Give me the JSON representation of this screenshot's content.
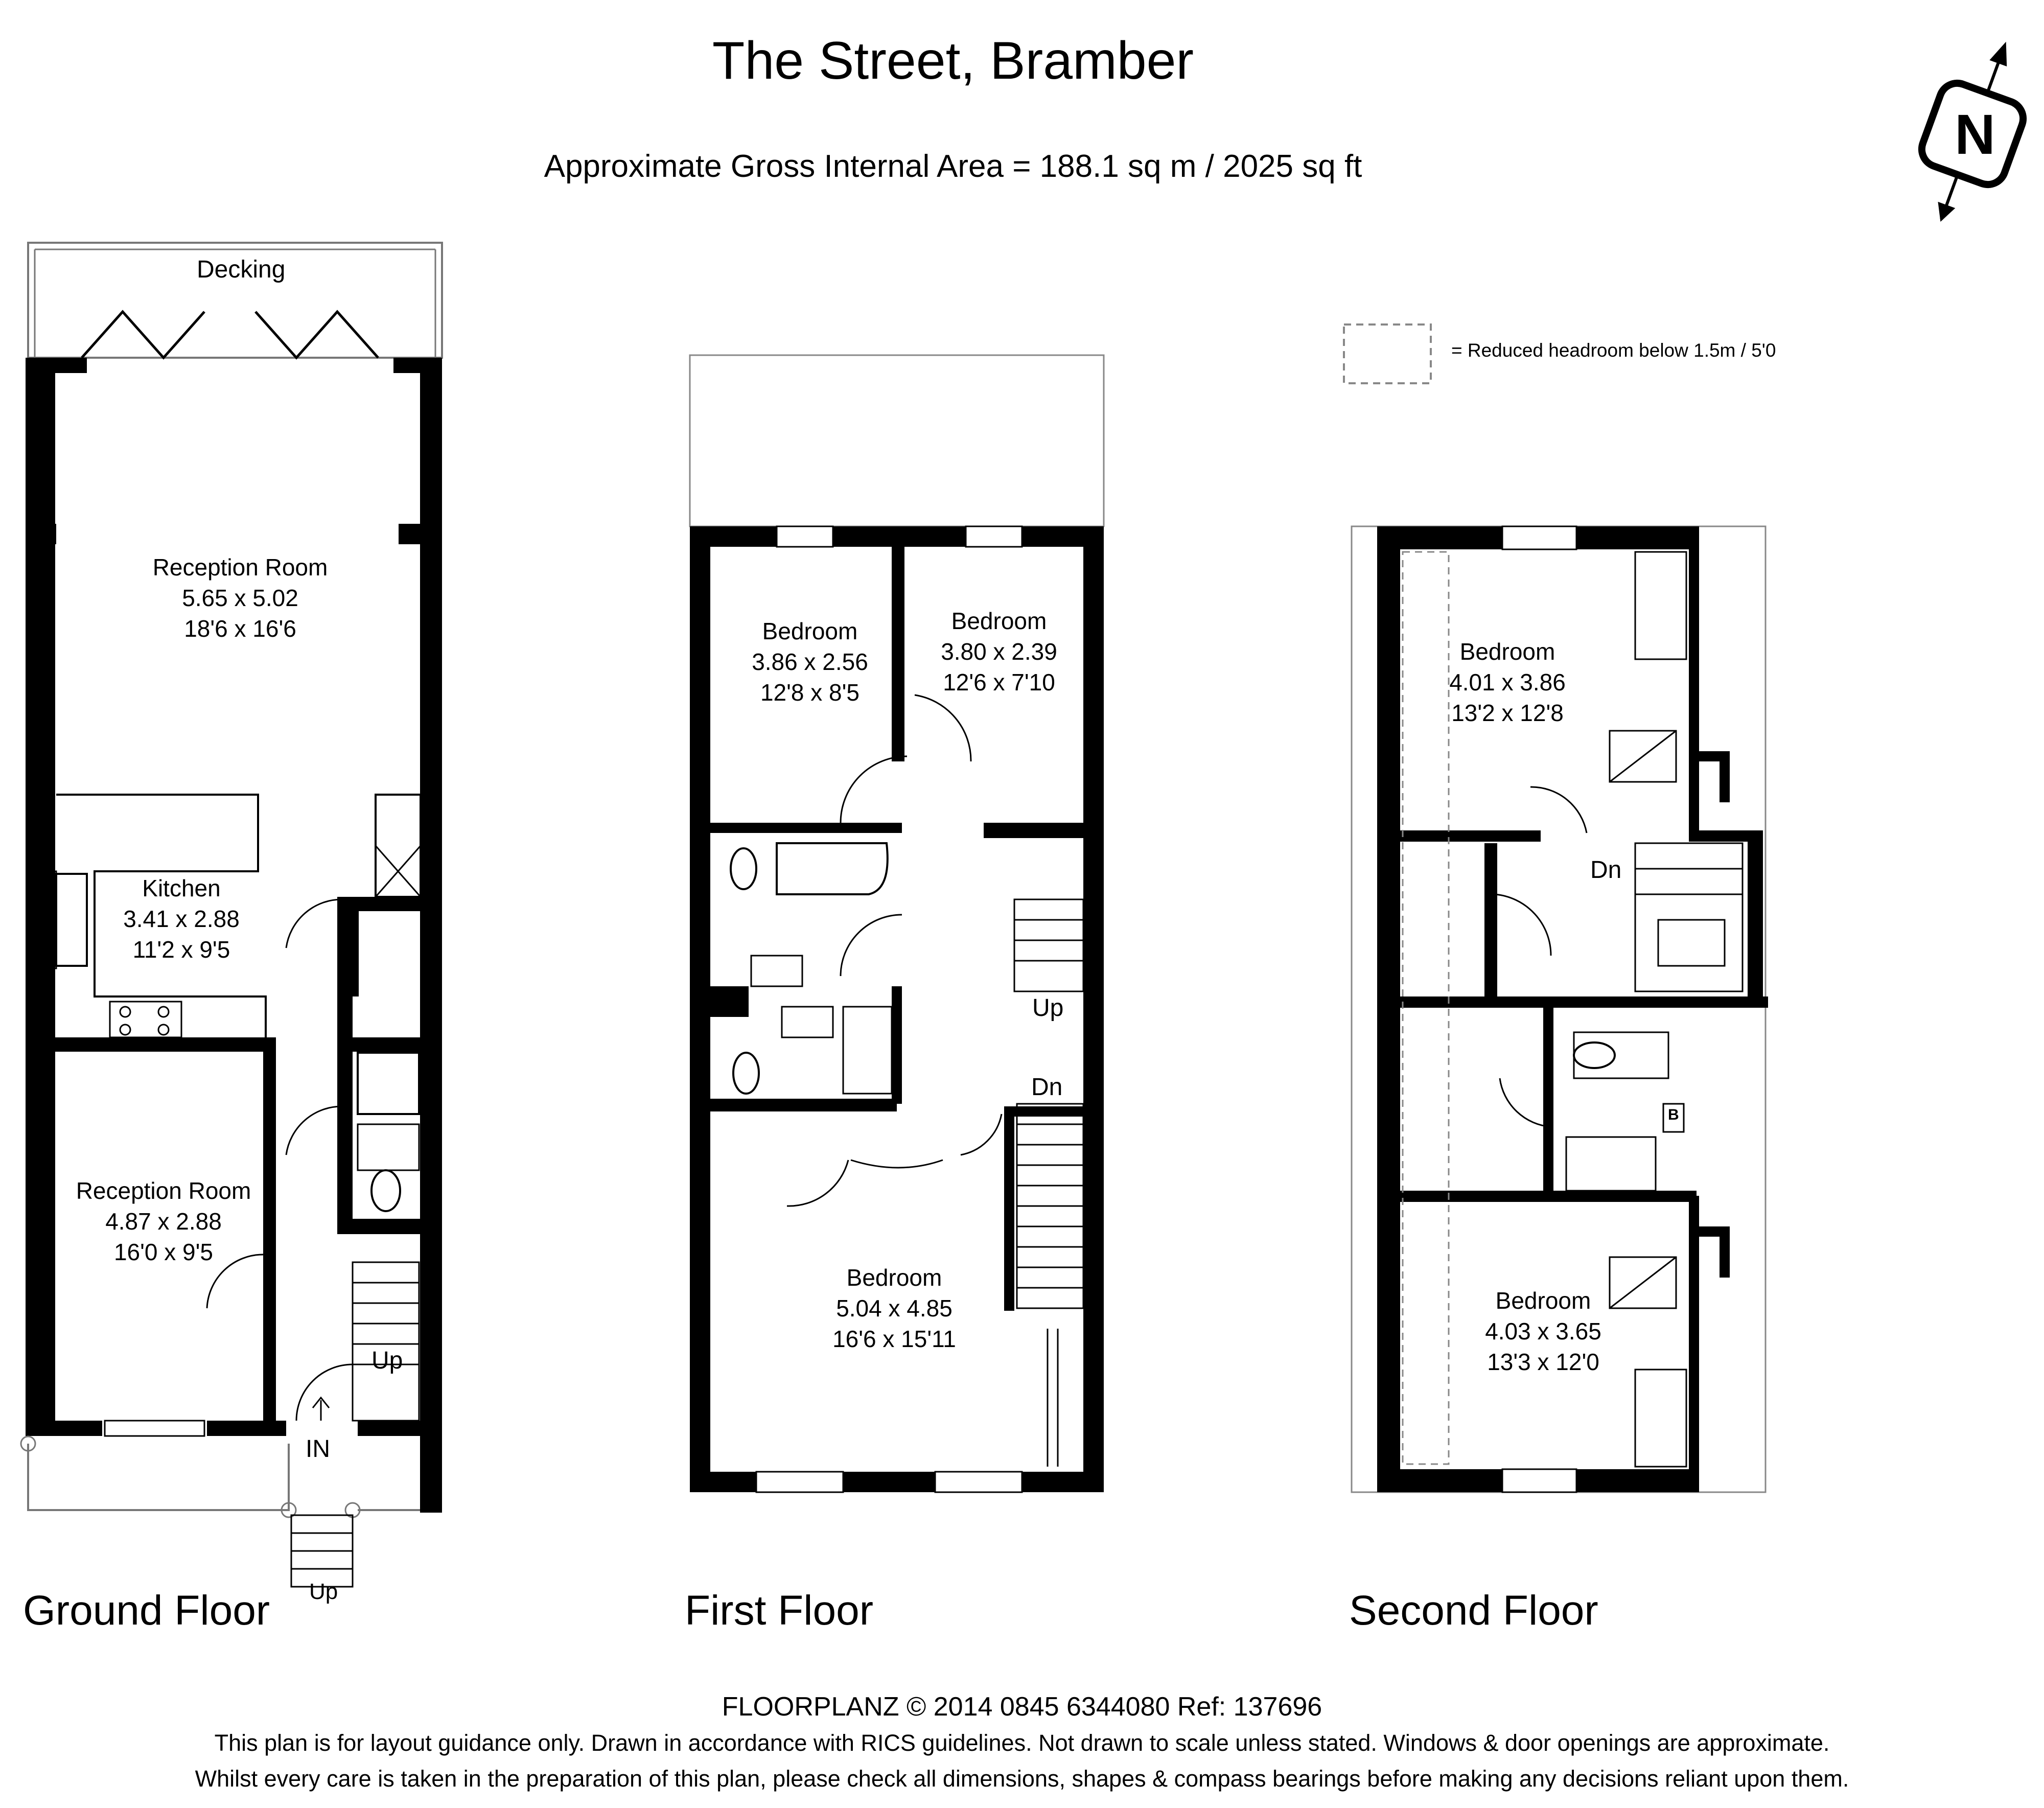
{
  "header": {
    "title": "The Street, Bramber",
    "area": "Approximate Gross Internal Area = 188.1 sq m / 2025 sq ft"
  },
  "compass": {
    "letter": "N"
  },
  "legend": {
    "text": "= Reduced headroom below 1.5m / 5'0"
  },
  "ground_floor": {
    "label": "Ground Floor",
    "decking": "Decking",
    "reception_room_1": {
      "name": "Reception Room",
      "metric": "5.65 x 5.02",
      "imperial": "18'6 x 16'6"
    },
    "kitchen": {
      "name": "Kitchen",
      "metric": "3.41 x 2.88",
      "imperial": "11'2 x 9'5"
    },
    "reception_room_2": {
      "name": "Reception Room",
      "metric": "4.87 x 2.88",
      "imperial": "16'0 x 9'5"
    },
    "stairs_up": "Up",
    "entrance": "IN",
    "front_steps": "Up"
  },
  "first_floor": {
    "label": "First Floor",
    "bedroom_1": {
      "name": "Bedroom",
      "metric": "3.86 x 2.56",
      "imperial": "12'8 x 8'5"
    },
    "bedroom_2": {
      "name": "Bedroom",
      "metric": "3.80 x 2.39",
      "imperial": "12'6 x 7'10"
    },
    "bedroom_3": {
      "name": "Bedroom",
      "metric": "5.04 x 4.85",
      "imperial": "16'6 x 15'11"
    },
    "stairs_up": "Up",
    "stairs_down": "Dn"
  },
  "second_floor": {
    "label": "Second Floor",
    "bedroom_1": {
      "name": "Bedroom",
      "metric": "4.01 x 3.86",
      "imperial": "13'2 x 12'8"
    },
    "bedroom_2": {
      "name": "Bedroom",
      "metric": "4.03 x 3.65",
      "imperial": "13'3 x 12'0"
    },
    "stairs_down": "Dn",
    "boiler": "B"
  },
  "footer": {
    "line1": "FLOORPLANZ © 2014   0845 6344080   Ref: 137696",
    "line2": "This plan is for layout guidance only. Drawn in accordance with RICS guidelines. Not drawn to scale unless stated. Windows & door openings are approximate.",
    "line3": "Whilst every care is taken in the preparation of this plan, please check all dimensions, shapes & compass bearings before making any decisions reliant upon them."
  }
}
